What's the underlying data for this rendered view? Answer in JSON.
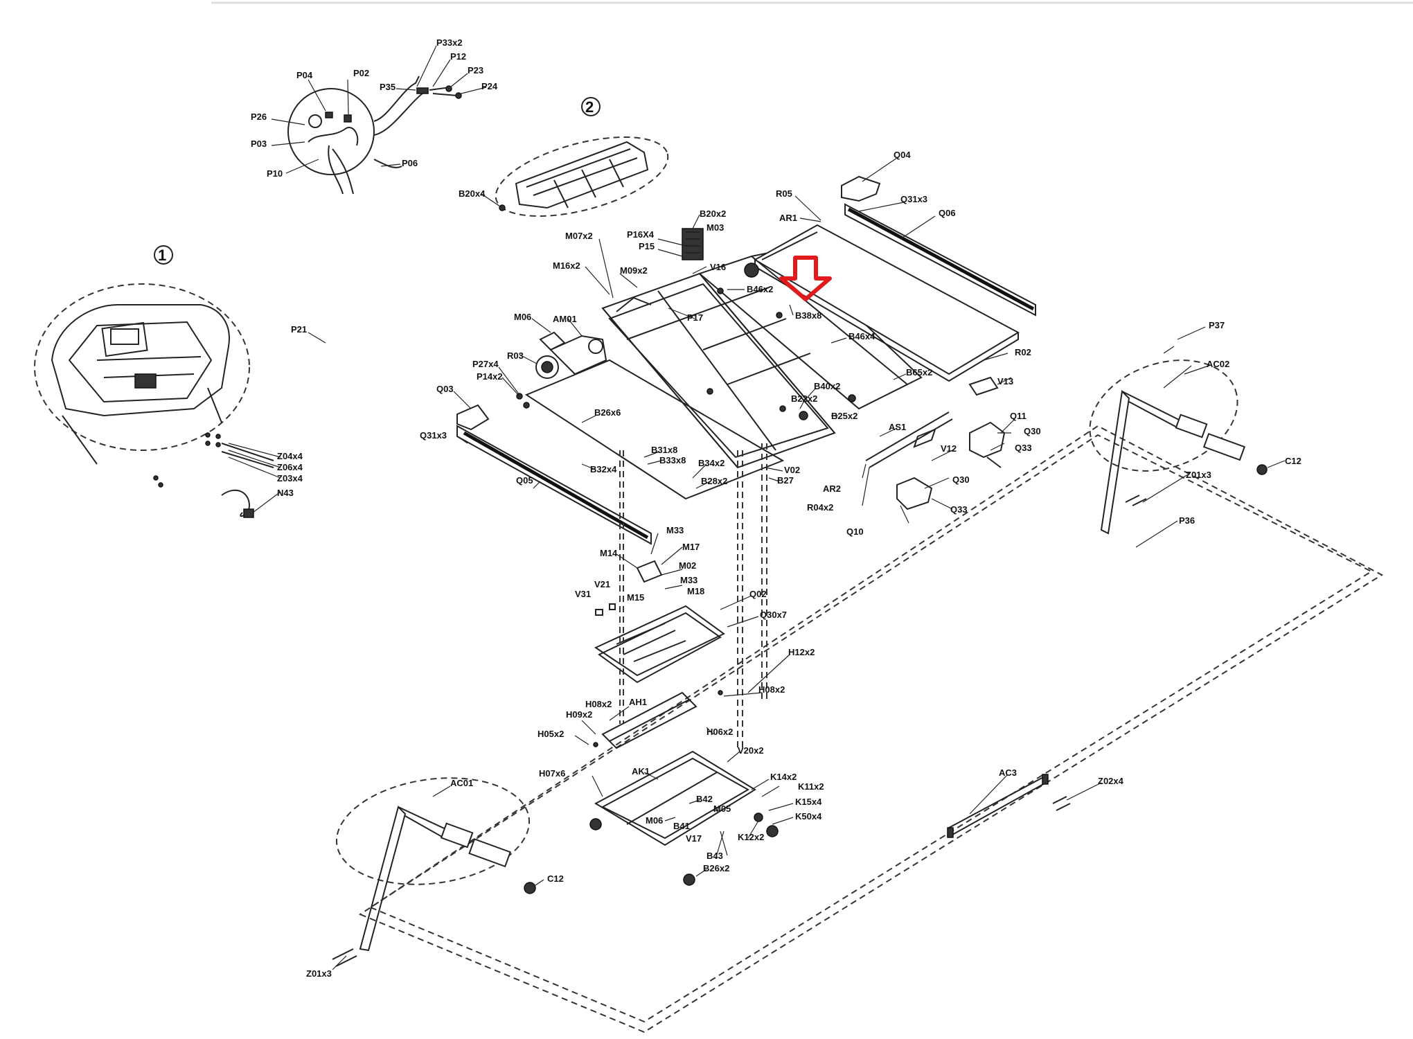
{
  "diagram": {
    "colors": {
      "line": "#222222",
      "highlight": "#e11b1b",
      "background": "#ffffff"
    },
    "callouts": [
      "1",
      "2"
    ],
    "labels": {
      "p33x2": "P33x2",
      "p12": "P12",
      "p04": "P04",
      "p02": "P02",
      "p23": "P23",
      "p35": "P35",
      "p24": "P24",
      "p26": "P26",
      "p03": "P03",
      "p06": "P06",
      "p10": "P10",
      "b20x4": "B20x4",
      "q04": "Q04",
      "r05": "R05",
      "q31x3_top": "Q31x3",
      "q06": "Q06",
      "ar1": "AR1",
      "b20x2": "B20x2",
      "m03": "M03",
      "m07x2": "M07x2",
      "p16x4": "P16X4",
      "p15": "P15",
      "m16x2_top": "M16x2",
      "m09x2": "M09x2",
      "v16": "V16",
      "b46x2": "B46x2",
      "p21": "P21",
      "p17": "P17",
      "b38x8": "B38x8",
      "m06": "M06",
      "am01": "AM01",
      "b46x4": "B46x4",
      "r02": "R02",
      "p27x4": "P27x4",
      "r03": "R03",
      "p14x2": "P14x2",
      "b65x2": "B65x2",
      "b40x2": "B40x2",
      "b22x2": "B22x2",
      "b25x2": "B25x2",
      "q03": "Q03",
      "b26x6": "B26x6",
      "as1": "AS1",
      "q31x3_left": "Q31x3",
      "b31x8": "B31x8",
      "b33x8": "B33x8",
      "b32x4": "B32x4",
      "b34x2": "B34x2",
      "v02": "V02",
      "b28x2": "B28x2",
      "b27": "B27",
      "z04x4": "Z04x4",
      "z06x4": "Z06x4",
      "z03x4": "Z03x4",
      "n43": "N43",
      "q05": "Q05",
      "v13": "V13",
      "q11": "Q11",
      "q30_top": "Q30",
      "q33_top": "Q33",
      "v12": "V12",
      "ar2": "AR2",
      "r04x2": "R04x2",
      "q30_bot": "Q30",
      "q33_bot": "Q33",
      "q10": "Q10",
      "p37": "P37",
      "ac02": "AC02",
      "c12_right": "C12",
      "z01x3_right": "Z01x3",
      "p36": "P36",
      "m33_a": "M33",
      "m14": "M14",
      "m17": "M17",
      "m02": "M02",
      "m33_b": "M33",
      "v21": "V21",
      "v31": "V31",
      "m15": "M15",
      "m18": "M18",
      "q02": "Q02",
      "q30x7": "Q30x7",
      "h12x2": "H12x2",
      "h08x2_r": "H08x2",
      "ah1": "AH1",
      "h08x2_a": "H08x2",
      "h09x2": "H09x2",
      "h05x2": "H05x2",
      "h06x2": "H06x2",
      "h07x6": "H07x6",
      "ak1": "AK1",
      "v20x2": "V20x2",
      "ac01": "AC01",
      "k14x2": "K14x2",
      "k11x2": "K11x2",
      "b42": "B42",
      "k15x4": "K15x4",
      "m05": "M05",
      "m06_b": "M06",
      "k50x4": "K50x4",
      "b41": "B41",
      "v17": "V17",
      "k12x2": "K12x2",
      "b43": "B43",
      "b26x2": "B26x2",
      "c12_left": "C12",
      "ac3": "AC3",
      "z02x4": "Z02x4",
      "z01x3_left": "Z01x3"
    }
  }
}
